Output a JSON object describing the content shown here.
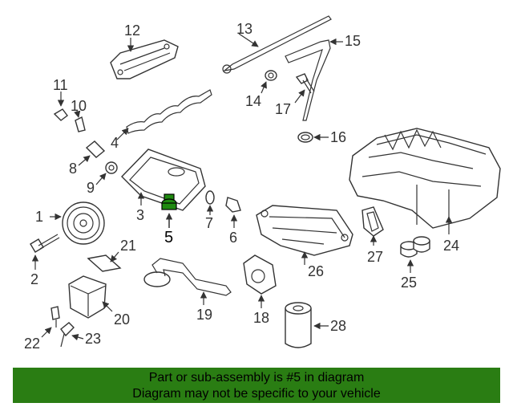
{
  "highlighted_part": "5",
  "callouts": [
    "1",
    "2",
    "3",
    "4",
    "5",
    "6",
    "7",
    "8",
    "9",
    "10",
    "11",
    "12",
    "13",
    "14",
    "15",
    "16",
    "17",
    "18",
    "19",
    "20",
    "21",
    "22",
    "23",
    "24",
    "25",
    "26",
    "27",
    "28"
  ],
  "banner": {
    "line1": "Part or sub-assembly is #5 in diagram",
    "line2": "Diagram may not be specific to your vehicle"
  },
  "colors": {
    "banner_bg": "#2a7d13",
    "highlight_part": "#1f8a10",
    "line_art": "#333333"
  }
}
